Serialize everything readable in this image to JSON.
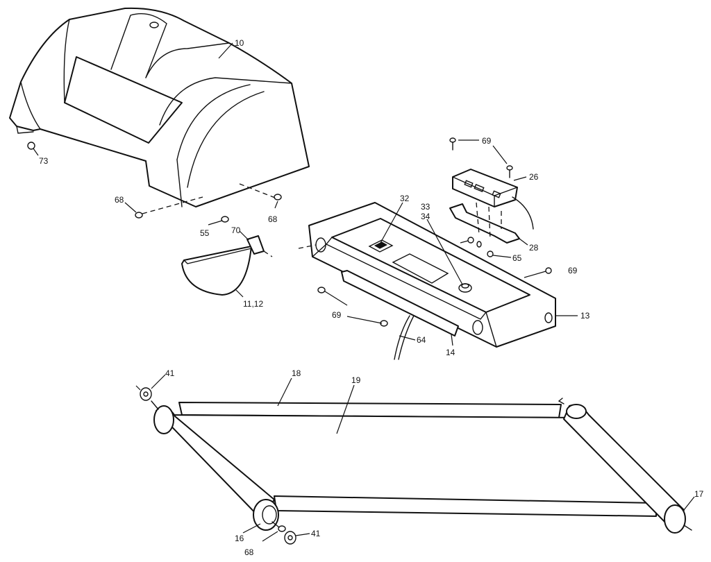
{
  "labels": {
    "l10": "10",
    "l73": "73",
    "l68a": "68",
    "l55": "55",
    "l68b": "68",
    "l70": "70",
    "l1112": "11,12",
    "l32": "32",
    "l3334a": "33",
    "l3334b": "34",
    "l69a": "69",
    "l26": "26",
    "l28": "28",
    "l65": "65",
    "l69b": "69",
    "l13": "13",
    "l69c": "69",
    "l64": "64",
    "l14": "14",
    "l41a": "41",
    "l18a": "18",
    "l19": "19",
    "l17": "17",
    "l16": "16",
    "l68c": "68",
    "l41b": "41"
  }
}
